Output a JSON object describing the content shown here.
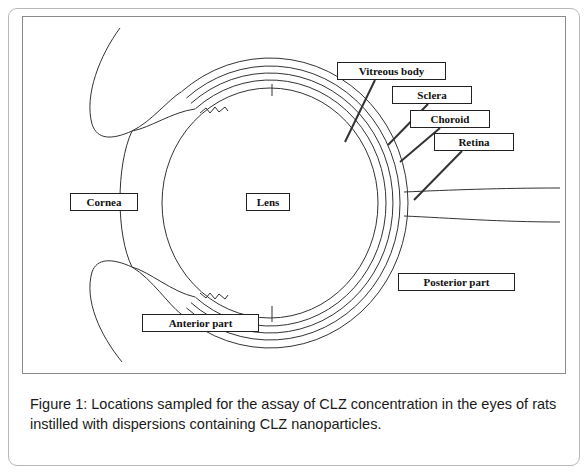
{
  "diagram": {
    "caption": "Figure 1: Locations sampled for the assay of CLZ concentration in the eyes of rats instilled with dispersions containing CLZ nanoparticles.",
    "nodes": [
      {
        "text": [
          "Vitreous body"
        ]
      },
      {
        "text": [
          "Sclera"
        ]
      },
      {
        "text": [
          "Choroid"
        ]
      },
      {
        "text": [
          "Retina"
        ]
      },
      {
        "text": [
          "Cornea"
        ]
      },
      {
        "text": [
          "Lens"
        ]
      },
      {
        "text": [
          "Posterior part"
        ]
      },
      {
        "text": [
          "Anterior part"
        ]
      }
    ]
  }
}
